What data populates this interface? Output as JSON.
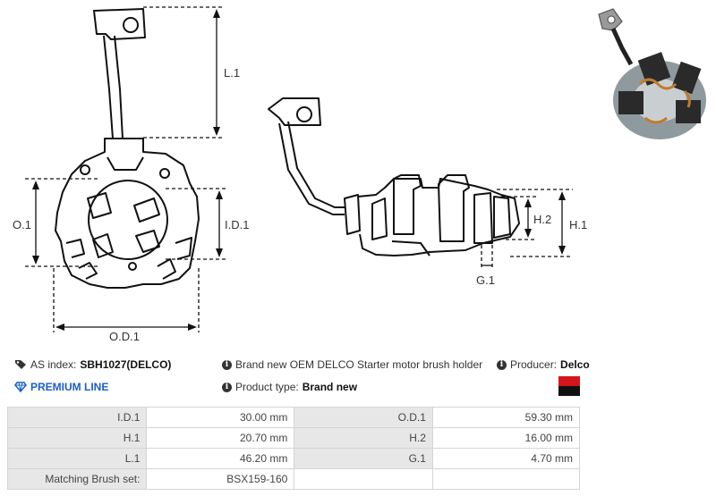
{
  "drawing": {
    "labels": {
      "l1": "L.1",
      "o1": "O.1",
      "id1": "I.D.1",
      "od1": "O.D.1",
      "h2": "H.2",
      "h1": "H.1",
      "g1": "G.1"
    }
  },
  "info": {
    "as_index_label": "AS index:",
    "as_index_value": "SBH1027(DELCO)",
    "premium_line": "PREMIUM LINE",
    "description": "Brand new OEM DELCO Starter motor brush holder",
    "product_type_label": "Product type:",
    "product_type_value": "Brand new",
    "producer_label": "Producer:",
    "producer_value": "Delco",
    "brand_colors": [
      "#d4161b",
      "#111111"
    ]
  },
  "specs": {
    "rows": [
      {
        "k1": "I.D.1",
        "v1": "30.00 mm",
        "k2": "O.D.1",
        "v2": "59.30 mm"
      },
      {
        "k1": "H.1",
        "v1": "20.70 mm",
        "k2": "H.2",
        "v2": "16.00 mm"
      },
      {
        "k1": "L.1",
        "v1": "46.20 mm",
        "k2": "G.1",
        "v2": "4.70 mm"
      },
      {
        "k1": "Matching Brush set:",
        "v1": "BSX159-160",
        "k2": "",
        "v2": ""
      }
    ]
  }
}
